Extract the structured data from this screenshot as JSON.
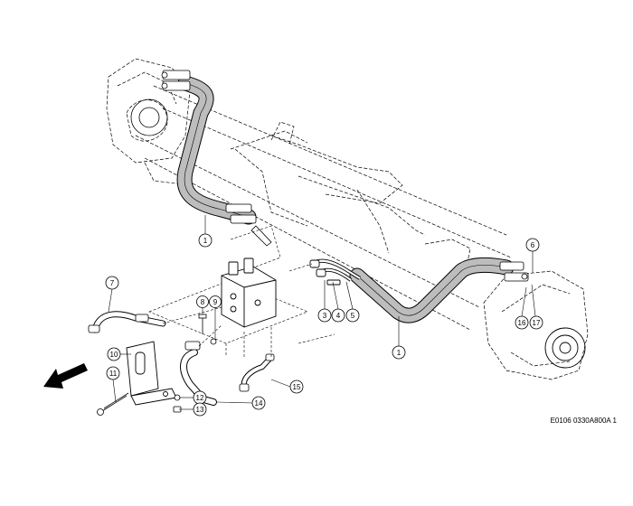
{
  "diagram": {
    "drawing_code": "E0106 0330A800A 1",
    "callouts": [
      {
        "id": "c1a",
        "label": "1"
      },
      {
        "id": "c1b",
        "label": "1"
      },
      {
        "id": "c3",
        "label": "3"
      },
      {
        "id": "c4",
        "label": "4"
      },
      {
        "id": "c5",
        "label": "5"
      },
      {
        "id": "c6",
        "label": "6"
      },
      {
        "id": "c7",
        "label": "7"
      },
      {
        "id": "c8",
        "label": "8"
      },
      {
        "id": "c9",
        "label": "9"
      },
      {
        "id": "c10",
        "label": "10"
      },
      {
        "id": "c11",
        "label": "11"
      },
      {
        "id": "c12",
        "label": "12"
      },
      {
        "id": "c13",
        "label": "13"
      },
      {
        "id": "c14",
        "label": "14"
      },
      {
        "id": "c15",
        "label": "15"
      },
      {
        "id": "c16",
        "label": "16"
      },
      {
        "id": "c17",
        "label": "17"
      }
    ]
  }
}
